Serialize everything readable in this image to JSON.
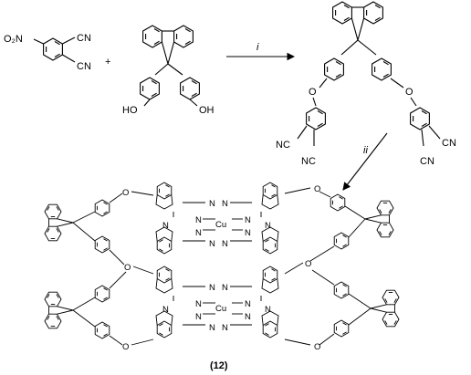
{
  "reactants": {
    "nitro_group": "O₂N",
    "cyano_top": "CN",
    "cyano_bottom": "CN",
    "plus": "+",
    "hydroxyl_left": "HO",
    "hydroxyl_right": "OH"
  },
  "step1": {
    "label": "i"
  },
  "intermediate": {
    "oxygen": "O",
    "cyano_left_a": "NC",
    "cyano_left_b": "NC",
    "cyano_right_a": "CN",
    "cyano_right_b": "CN"
  },
  "step2": {
    "label": "ii"
  },
  "product": {
    "atom_o": "O",
    "atom_n": "N",
    "metal": "Cu",
    "compound_label": "(12)"
  }
}
